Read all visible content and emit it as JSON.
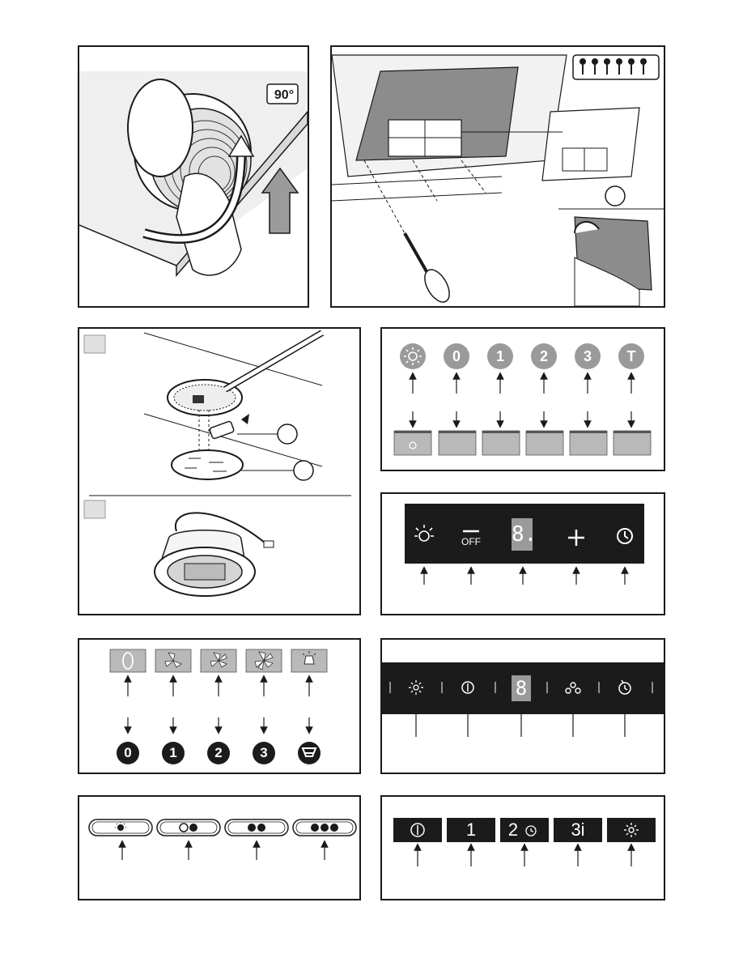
{
  "fig1": {
    "angle_badge": "90°"
  },
  "fig2": {
    "screws_label": ""
  },
  "fig3": {
    "callout_a": "",
    "callout_b": "",
    "step_a": "",
    "step_b": ""
  },
  "fig4": {
    "buttons": [
      "",
      "0",
      "1",
      "2",
      "3",
      "T"
    ],
    "icons": [
      "light-icon",
      "speed-0",
      "speed-1",
      "speed-2",
      "speed-3",
      "timer-T"
    ]
  },
  "fig5": {
    "off_label": "OFF",
    "display_value": "8.",
    "icons": [
      "light-icon",
      "off-button",
      "digit-display",
      "plus-icon",
      "timer-icon"
    ]
  },
  "fig6": {
    "top_button_0": "0",
    "circles": [
      "0",
      "1",
      "2",
      "3"
    ],
    "icons": [
      "zero-key",
      "fan-speed-1-icon",
      "fan-speed-2-icon",
      "fan-speed-3-icon",
      "lamp-icon"
    ]
  },
  "fig7": {
    "display_value": "8",
    "icons": [
      "light-icon",
      "power-icon",
      "digit-display",
      "fan-icon",
      "timer-icon"
    ]
  },
  "fig8": {
    "icons": [
      "light-icon",
      "one-dot",
      "two-dots",
      "three-dots"
    ]
  },
  "fig9": {
    "keys": [
      "",
      "1",
      "2",
      "3i",
      ""
    ],
    "icons": [
      "power-icon",
      "speed-1",
      "speed-2-timer",
      "speed-3-intensive",
      "light-icon"
    ]
  },
  "colors": {
    "stroke": "#1a1a1a",
    "button_grey": "#b9b9b9",
    "panel_black": "#1b1b1b",
    "circle_grey": "#9a9a9a"
  }
}
